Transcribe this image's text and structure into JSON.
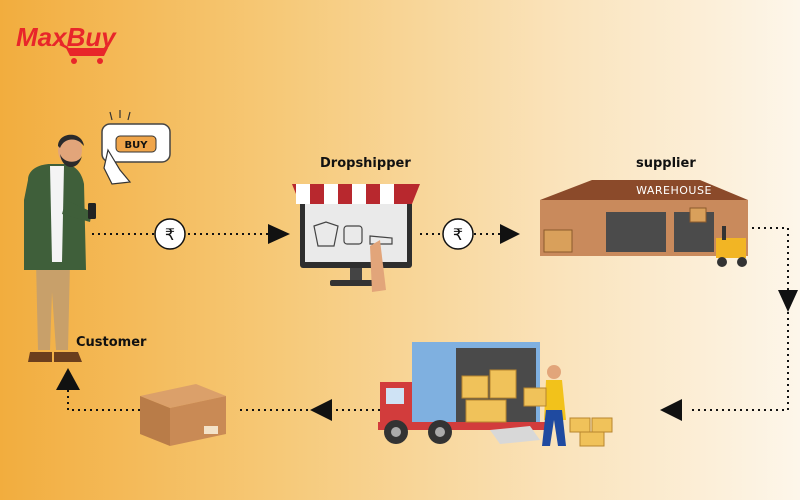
{
  "brand": {
    "name": "MaxBuy",
    "color": "#e8262a"
  },
  "nodes": {
    "customer": {
      "label": "Customer"
    },
    "dropshipper": {
      "label": "Dropshipper"
    },
    "supplier": {
      "label": "supplier"
    }
  },
  "buy_button": {
    "label": "BUY"
  },
  "warehouse": {
    "sign": "WAREHOUSE"
  },
  "payments": {
    "symbol": "₹"
  },
  "icons": [
    "rupee-coin-icon",
    "shopping-cart-icon",
    "storefront-icon",
    "warehouse-icon",
    "delivery-truck-icon",
    "parcel-box-icon",
    "forklift-icon"
  ]
}
